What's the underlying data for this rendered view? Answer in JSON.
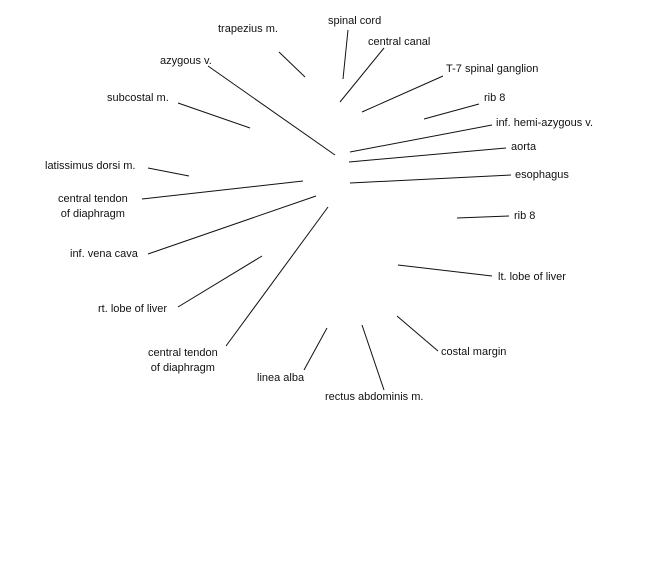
{
  "labels": {
    "trapezius": "trapezius m.",
    "spinal_cord": "spinal cord",
    "central_canal": "central canal",
    "azygous": "azygous v.",
    "t7_ganglion": "T-7 spinal ganglion",
    "subcostal": "subcostal m.",
    "rib8_upper": "rib 8",
    "hemi_azygous": "inf. hemi-azygous v.",
    "aorta": "aorta",
    "latissimus": "latissimus dorsi m.",
    "esophagus": "esophagus",
    "central_tendon_left": "central tendon\nof diaphragm",
    "rib8_lower": "rib 8",
    "ivc": "inf. vena cava",
    "lt_liver": "lt. lobe of liver",
    "rt_liver": "rt. lobe of liver",
    "costal_margin": "costal margin",
    "central_tendon_bottom": "central tendon\nof diaphragm",
    "linea_alba": "linea alba",
    "rectus": "rectus abdominis m."
  }
}
